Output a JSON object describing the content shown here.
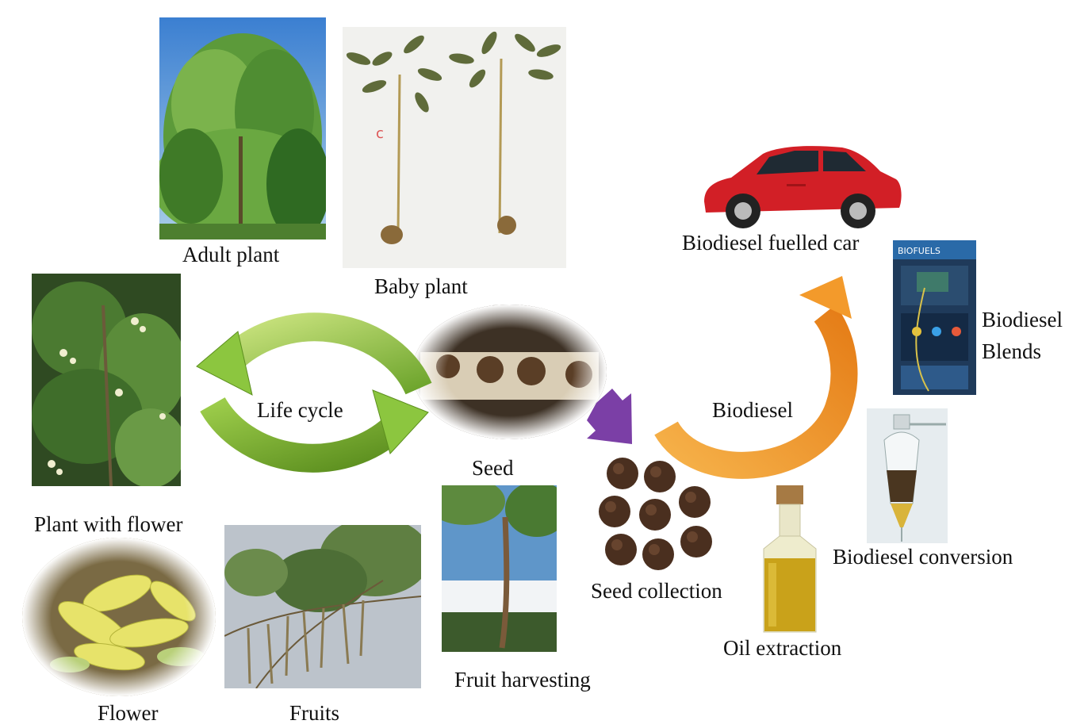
{
  "labels": {
    "adult_plant": "Adult plant",
    "baby_plant": "Baby plant",
    "plant_with_flower": "Plant with flower",
    "flower": "Flower",
    "fruits": "Fruits",
    "fruit_harvesting": "Fruit harvesting",
    "seed": "Seed",
    "seed_collection": "Seed collection",
    "oil_extraction": "Oil extraction",
    "biodiesel_conversion": "Biodiesel conversion",
    "biodiesel_blends_1": "Biodiesel",
    "biodiesel_blends_2": "Blends",
    "biodiesel_car": "Biodiesel fuelled car",
    "life_cycle": "Life cycle",
    "biodiesel_arrow": "Biodiesel"
  },
  "pump_sign": "BIOFUELS",
  "colors": {
    "cycle_green": "#8cc63f",
    "cycle_green_dark": "#5c8f1f",
    "biodiesel_orange": "#f39a2b",
    "arrow_purple": "#7b3fa6",
    "car_red": "#d21f26",
    "oil_gold": "#c9a21a"
  }
}
